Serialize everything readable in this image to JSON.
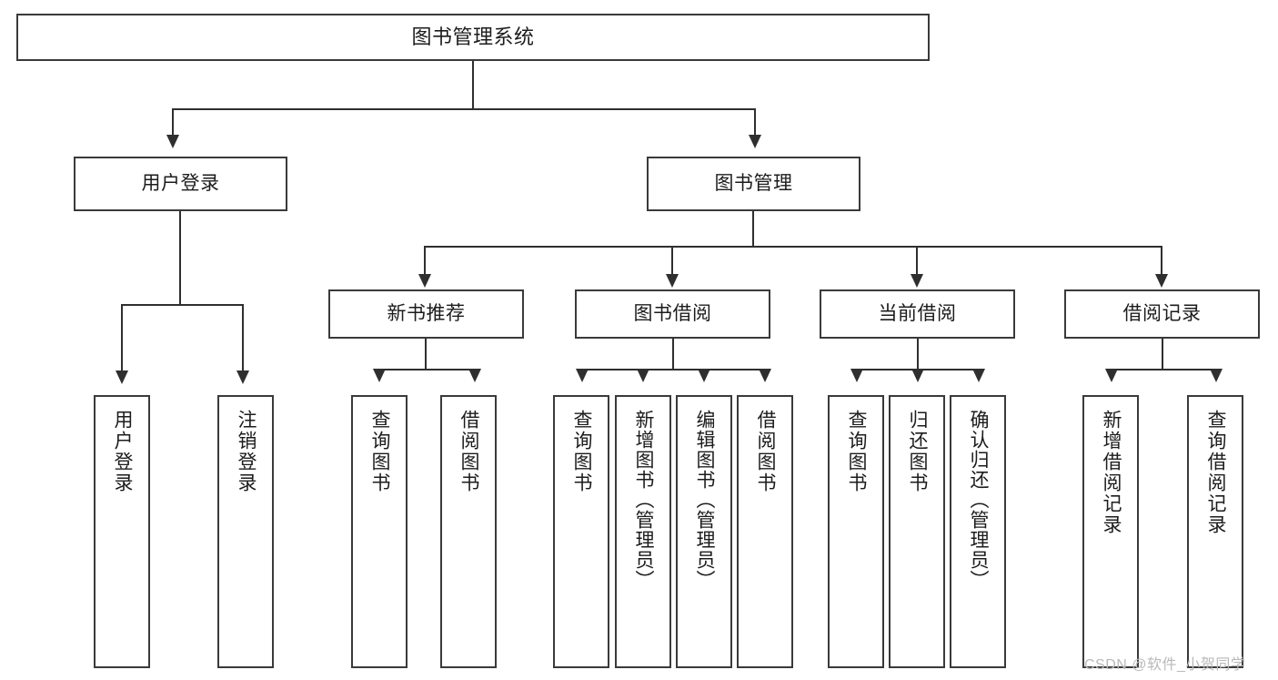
{
  "diagram": {
    "type": "tree-hierarchy-chart",
    "title": "图书管理系统",
    "levels": 4,
    "root": {
      "label": "图书管理系统"
    },
    "level2": [
      {
        "label": "用户登录"
      },
      {
        "label": "图书管理"
      }
    ],
    "level3": [
      {
        "label": "新书推荐"
      },
      {
        "label": "图书借阅"
      },
      {
        "label": "当前借阅"
      },
      {
        "label": "借阅记录"
      }
    ],
    "leaves": {
      "user_login": [
        {
          "label": "用户登录"
        },
        {
          "label": "注销登录"
        }
      ],
      "new_book_recommend": [
        {
          "label": "查询图书"
        },
        {
          "label": "借阅图书"
        }
      ],
      "book_borrow": [
        {
          "label": "查询图书"
        },
        {
          "label": "新增图书（管理员）"
        },
        {
          "label": "编辑图书（管理员）"
        },
        {
          "label": "借阅图书"
        }
      ],
      "current_borrow": [
        {
          "label": "查询图书"
        },
        {
          "label": "归还图书"
        },
        {
          "label": "确认归还（管理员）"
        }
      ],
      "borrow_record": [
        {
          "label": "新增借阅记录"
        },
        {
          "label": "查询借阅记录"
        }
      ]
    }
  },
  "watermark": {
    "text": "CSDN @软件_小贺同学"
  },
  "colors": {
    "box_border": "#3a3a3a",
    "line": "#2f2f2f",
    "text": "#1c1c1c",
    "background": "#ffffff",
    "watermark": "#b9b9b9"
  }
}
